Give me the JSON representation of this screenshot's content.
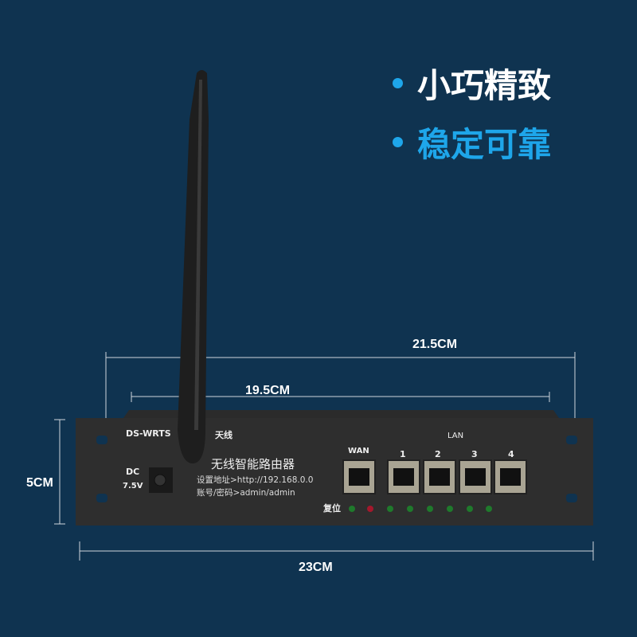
{
  "features": [
    "小巧精致",
    "稳定可靠"
  ],
  "colors": {
    "accent": "#1ea6ea",
    "background": "#0f3350"
  },
  "dimensions": {
    "outer_width": "21.5CM",
    "inner_width": "19.5CM",
    "height": "5CM",
    "total_width": "23CM"
  },
  "router": {
    "model": "DS-WRTS",
    "antenna_label": "天线",
    "title": "无线智能路由器",
    "address": "设置地址>http://192.168.0.0",
    "account": "账号/密码>admin/admin",
    "dc": "DC",
    "voltage": "7.5V",
    "wan": "WAN",
    "lan": "LAN",
    "lan_ports": [
      "1",
      "2",
      "3",
      "4"
    ],
    "reset": "复位"
  }
}
